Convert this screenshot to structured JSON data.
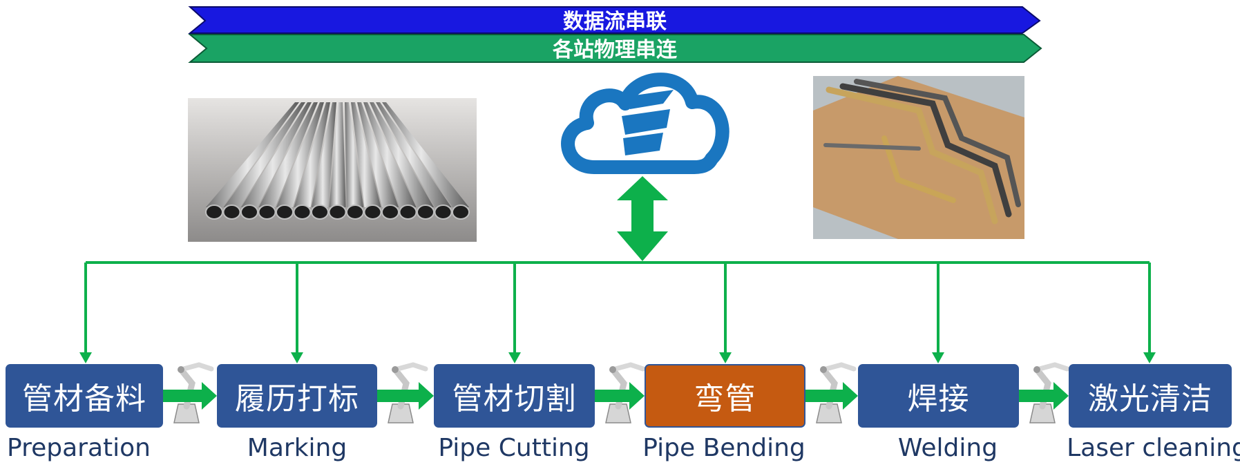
{
  "banners": {
    "data_flow": "数据流串联",
    "physical_chain": "各站物理串连"
  },
  "colors": {
    "banner_blue": "#1818e0",
    "banner_green": "#1aa364",
    "connector_green": "#0db04b",
    "stage_blue": "#2f5597",
    "stage_highlight": "#c55a11",
    "cloud_blue": "#1a76c0"
  },
  "icons": [
    "cloud-logo-icon",
    "robot-arm-icon",
    "pipes-photo",
    "bent-pipes-photo"
  ],
  "stages": [
    {
      "zh": "管材备料",
      "en": "Preparation",
      "highlight": false
    },
    {
      "zh": "履历打标",
      "en": "Marking",
      "highlight": false
    },
    {
      "zh": "管材切割",
      "en": "Pipe Cutting",
      "highlight": false
    },
    {
      "zh": "弯管",
      "en": "Pipe Bending",
      "highlight": true
    },
    {
      "zh": "焊接",
      "en": "Welding",
      "highlight": false
    },
    {
      "zh": "激光清洁",
      "en": "Laser cleaning",
      "highlight": false
    }
  ]
}
